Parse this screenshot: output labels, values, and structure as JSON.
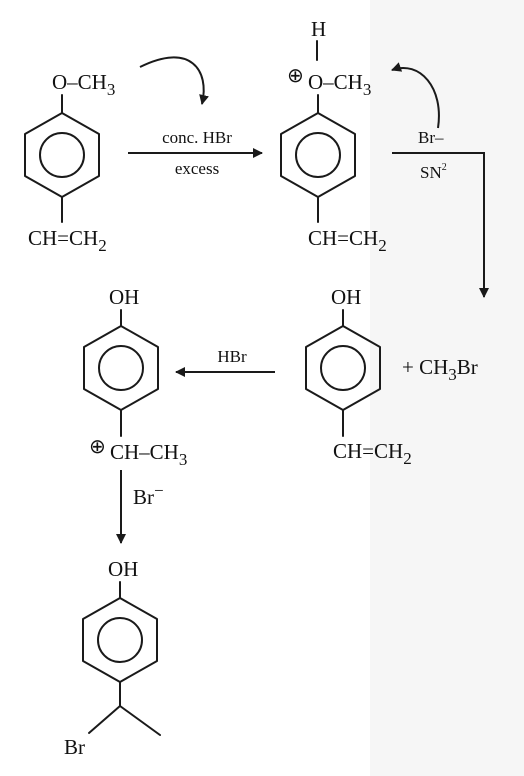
{
  "scheme": {
    "step1": {
      "top_substituent": "O–CH",
      "top_subscript": "3",
      "bottom_substituent": "CH=CH",
      "bottom_subscript": "2",
      "reagent_above": "conc. HBr",
      "reagent_below": "excess"
    },
    "step2": {
      "top_h": "H",
      "oxonium_charge": "⊕",
      "top_substituent": "O–CH",
      "top_subscript": "3",
      "bottom_substituent": "CH=CH",
      "bottom_subscript": "2",
      "nucleophile": "Br–",
      "mechanism": "SN",
      "mechanism_superscript": "2"
    },
    "step3": {
      "top_substituent": "OH",
      "bottom_substituent": "CH=CH",
      "bottom_subscript": "2",
      "byproduct_prefix": "+ CH",
      "byproduct_subscript": "3",
      "byproduct_suffix": "Br",
      "reagent": "HBr"
    },
    "step4": {
      "top_substituent": "OH",
      "carbocation_charge": "⊕",
      "bottom_substituent": "CH–CH",
      "bottom_subscript": "3",
      "reagent": "Br",
      "reagent_superscript": "−"
    },
    "step5": {
      "top_substituent": "OH",
      "bottom_label": "Br"
    }
  }
}
